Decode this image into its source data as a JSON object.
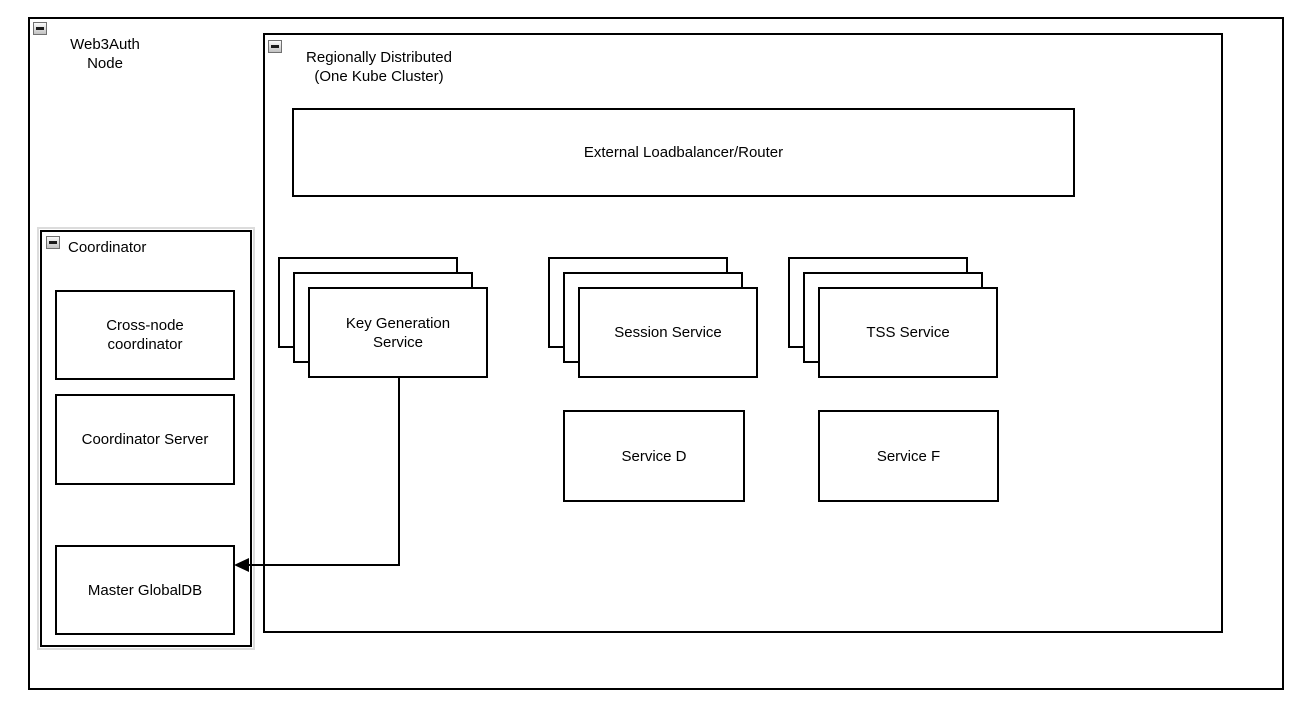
{
  "diagram": {
    "outer": {
      "lines": [
        "Web3Auth",
        "Node"
      ]
    },
    "region": {
      "lines": [
        "Regionally Distributed",
        "(One Kube Cluster)"
      ]
    },
    "loadbalancer": {
      "label": "External Loadbalancer/Router"
    },
    "stacks": [
      {
        "id": "key-generation-service",
        "lines": [
          "Key Generation",
          "Service"
        ]
      },
      {
        "id": "session-service",
        "lines": [
          "Session Service",
          ""
        ]
      },
      {
        "id": "tss-service",
        "lines": [
          "TSS Service",
          ""
        ]
      }
    ],
    "services": [
      {
        "id": "service-d",
        "label": "Service D"
      },
      {
        "id": "service-f",
        "label": "Service F"
      }
    ],
    "coordinator": {
      "label": "Coordinator",
      "boxes": [
        {
          "id": "cross-node-coordinator",
          "lines": [
            "Cross-node",
            "coordinator"
          ]
        },
        {
          "id": "coordinator-server",
          "lines": [
            "Coordinator Server",
            ""
          ]
        },
        {
          "id": "master-globaldb",
          "lines": [
            "Master GlobalDB",
            ""
          ]
        }
      ]
    },
    "colors": {
      "shape_border": "#000000",
      "shape_fill": "#ffffff",
      "collapse_fill_top": "#fafafa",
      "collapse_fill_bottom": "#c2c2c2",
      "shadow_outline": "#dcdcdc"
    }
  }
}
